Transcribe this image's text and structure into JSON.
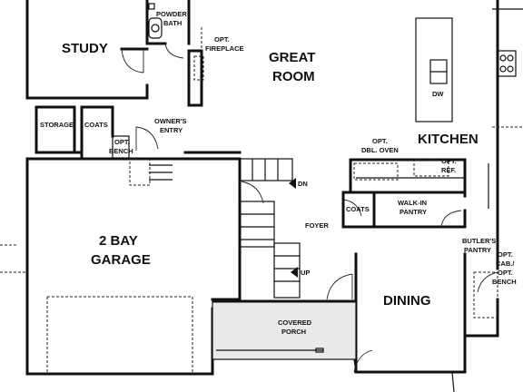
{
  "rooms": {
    "study": "STUDY",
    "great_room": [
      "GREAT",
      "ROOM"
    ],
    "kitchen": "KITCHEN",
    "garage": [
      "2 BAY",
      "GARAGE"
    ],
    "dining": "DINING",
    "powder_bath": [
      "POWDER",
      "BATH"
    ],
    "opt_fireplace": [
      "OPT.",
      "FIREPLACE"
    ],
    "storage": "STORAGE",
    "coats_left": "COATS",
    "opt_bench_left": [
      "OPT.",
      "BENCH"
    ],
    "owners_entry": [
      "OWNER'S",
      "ENTRY"
    ],
    "opt_dbl_oven": [
      "OPT.",
      "DBL. OVEN"
    ],
    "opt_ref": [
      "OPT.",
      "REF."
    ],
    "coats_right": "COATS",
    "walk_in_pantry": [
      "WALK-IN",
      "PANTRY"
    ],
    "foyer": "FOYER",
    "butlers_pantry": [
      "BUTLER'S",
      "PANTRY"
    ],
    "opt_cab_bench": [
      "OPT.",
      "CAB./",
      "OPT.",
      "BENCH"
    ],
    "covered_porch": [
      "COVERED",
      "PORCH"
    ],
    "dishwasher": "DW"
  },
  "stairs": {
    "down": "DN",
    "up": "UP"
  }
}
